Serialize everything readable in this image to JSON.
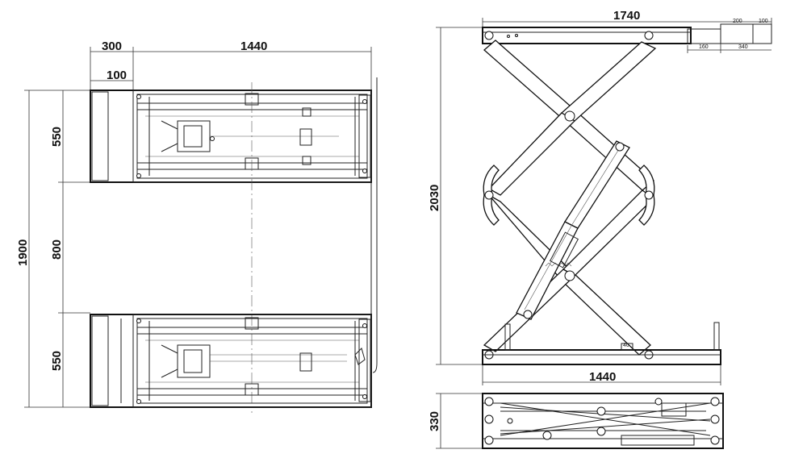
{
  "plan_view": {
    "dim_top_left": "300",
    "dim_top_main": "1440",
    "dim_inner": "100",
    "dim_total_height": "1900",
    "dim_platform_top": "550",
    "dim_gap": "800",
    "dim_platform_bottom": "550"
  },
  "side_view": {
    "dim_top_length": "1740",
    "dim_height": "2030",
    "dim_base_length": "1440",
    "detail_dims": [
      "200",
      "100",
      "160",
      "340"
    ],
    "dim_small_label": "40"
  },
  "bottom_view": {
    "dim_height": "330"
  }
}
